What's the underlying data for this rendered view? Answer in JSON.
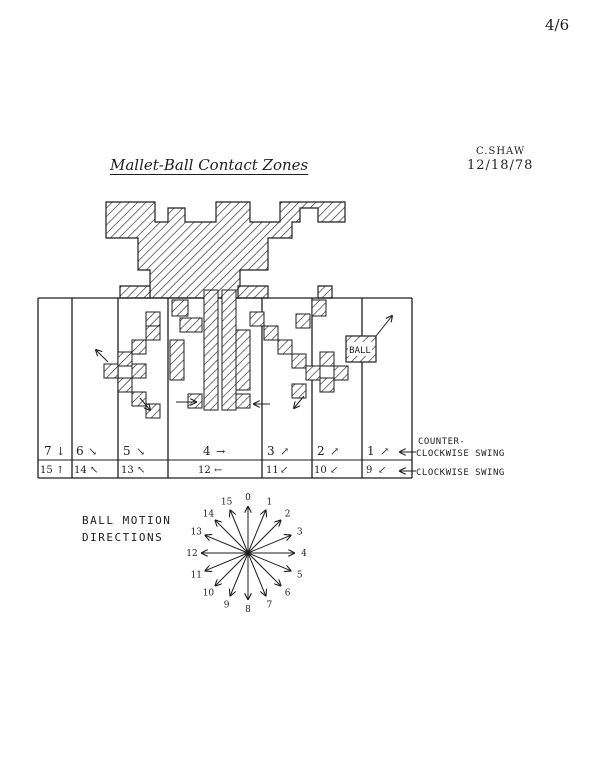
{
  "page_number": "4/6",
  "author": "C.SHAW",
  "date": "12/18/78",
  "title": "Mallet-Ball Contact Zones",
  "ball_label": "BALL",
  "swing_labels": {
    "counter_line1": "COUNTER-",
    "counter_line2": "CLOCKWISE SWING",
    "clockwise": "CLOCKWISE SWING"
  },
  "zones": [
    {
      "counter": "7",
      "counter_arrow": "↓",
      "clockwise": "15",
      "clockwise_arrow": "↑"
    },
    {
      "counter": "6",
      "counter_arrow": "↘",
      "clockwise": "14",
      "clockwise_arrow": "↖"
    },
    {
      "counter": "5",
      "counter_arrow": "↘",
      "clockwise": "13",
      "clockwise_arrow": "↖"
    },
    {
      "counter": "4",
      "counter_arrow": "→",
      "clockwise": "12",
      "clockwise_arrow": "←"
    },
    {
      "counter": "3",
      "counter_arrow": "↗",
      "clockwise": "11",
      "clockwise_arrow": "↙"
    },
    {
      "counter": "2",
      "counter_arrow": "↗",
      "clockwise": "10",
      "clockwise_arrow": "↙"
    },
    {
      "counter": "1",
      "counter_arrow": "↗",
      "clockwise": "9",
      "clockwise_arrow": "↙"
    }
  ],
  "ball_motion_label": [
    "BALL MOTION",
    "DIRECTIONS"
  ],
  "directions": [
    "0",
    "1",
    "2",
    "3",
    "4",
    "5",
    "6",
    "7",
    "8",
    "9",
    "10",
    "11",
    "12",
    "13",
    "14",
    "15"
  ],
  "colors": {
    "ink": "#1e1e1e",
    "hatch": "#2a2a2a",
    "paper": "#ffffff"
  }
}
